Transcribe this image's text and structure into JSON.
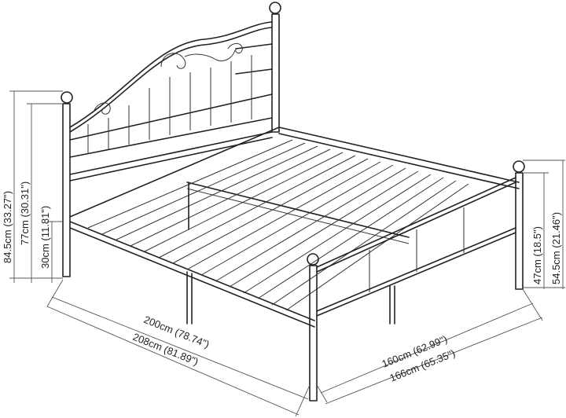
{
  "dimensions": {
    "total_height": "84.5cm (33.27\")",
    "headboard_height": "77cm (30.31\")",
    "underbed_clearance": "30cm (11.81\")",
    "footboard_height": "47cm (18.5\")",
    "footpost_height": "54.5cm (21.46\")",
    "inner_length": "200cm (78.74\")",
    "outer_length": "208cm (81.89\")",
    "inner_width": "160cm (62.99\")",
    "outer_width": "166cm (65.35\")"
  },
  "colors": {
    "line": "#222222",
    "background": "#ffffff"
  }
}
